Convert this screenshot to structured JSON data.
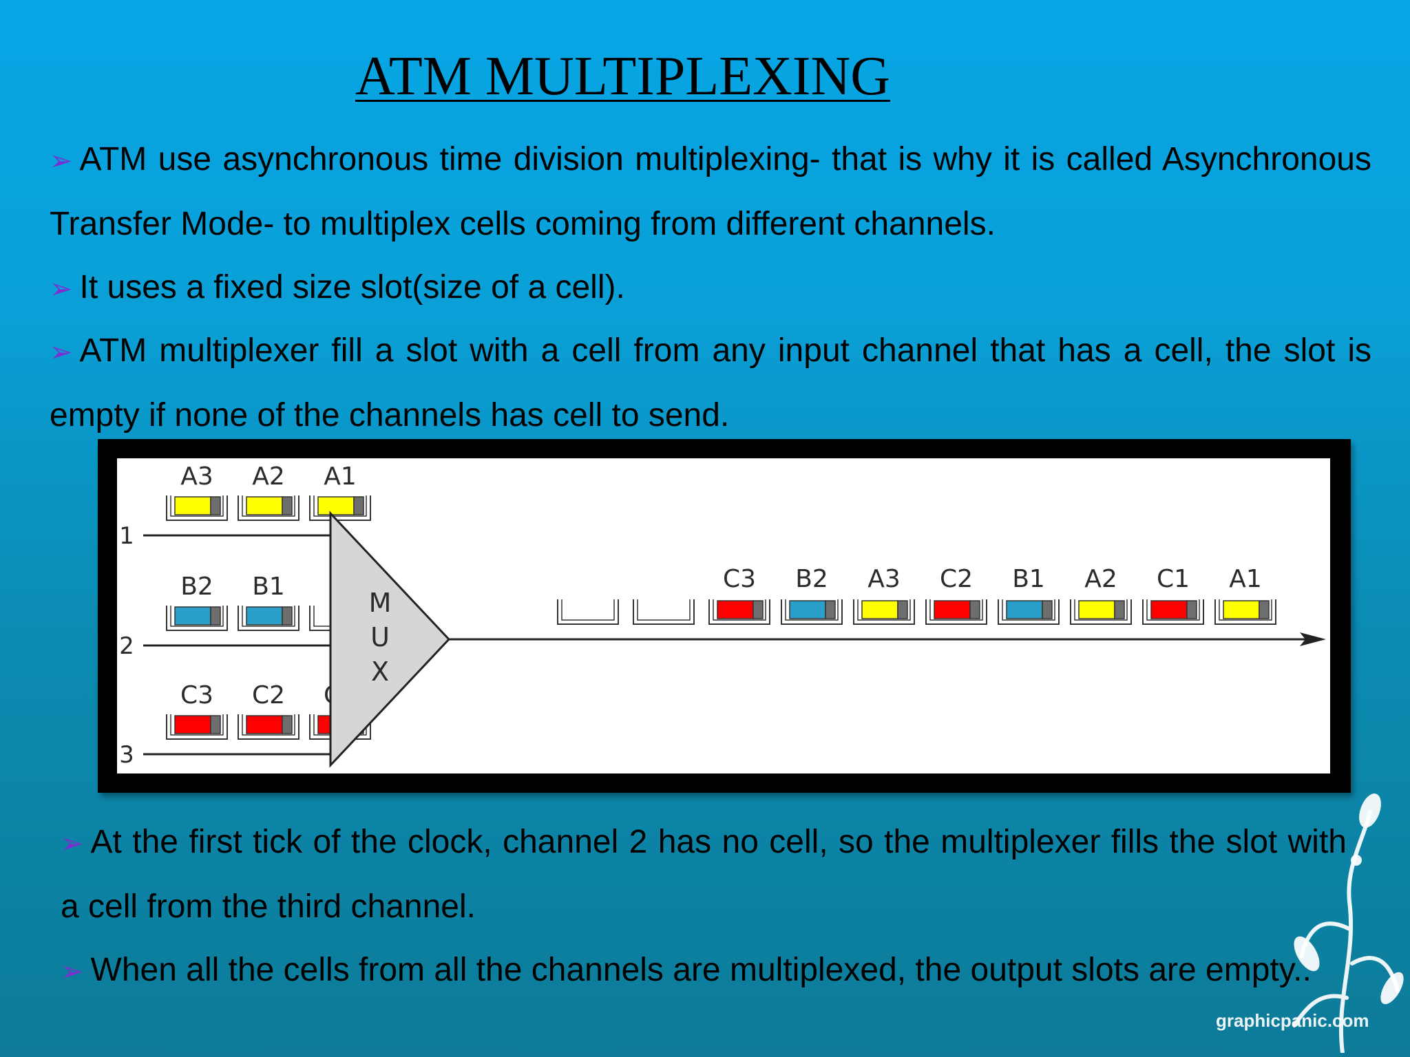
{
  "title": "ATM MULTIPLEXING",
  "bullets": [
    "ATM use asynchronous time division multiplexing- that is why it is called Asynchronous Transfer Mode- to multiplex cells coming from different channels.",
    "It uses a fixed size slot(size of a cell).",
    "ATM multiplexer fill a slot with a cell from any input channel that has a cell, the slot is empty if none of the channels has cell to send.",
    "At the first tick of the clock, channel 2 has no cell, so the multiplexer fills the slot with a cell from the third channel.",
    "When all the cells from all the channels are multiplexed, the output slots are empty.."
  ],
  "bullet_symbol": "➢",
  "diagram": {
    "mux_letters": [
      "M",
      "U",
      "X"
    ],
    "channels": [
      {
        "number": "1",
        "cells": [
          "A3",
          "A2",
          "A1"
        ],
        "color": "#ffff00"
      },
      {
        "number": "2",
        "cells": [
          "B2",
          "B1",
          ""
        ],
        "color": "#2a9fc9"
      },
      {
        "number": "3",
        "cells": [
          "C3",
          "C2",
          "C1"
        ],
        "color": "#ff0000"
      }
    ],
    "output_cells": [
      "",
      "",
      "C3",
      "B2",
      "A3",
      "C2",
      "B1",
      "A2",
      "C1",
      "A1"
    ],
    "colors": {
      "A": "#ffff00",
      "B": "#2a9fc9",
      "C": "#ff0000",
      "tail": "#6e6e6e",
      "mux_fill": "#d6d6d8"
    }
  },
  "watermark": "graphicpanic.com"
}
